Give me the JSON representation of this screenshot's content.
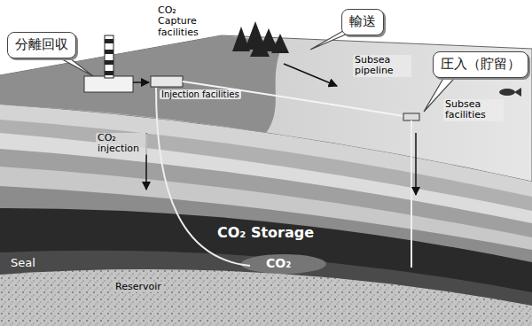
{
  "diagram": {
    "nodes": [
      {
        "text": [
          "分離回収"
        ]
      },
      {
        "text": [
          "輸送"
        ]
      },
      {
        "text": [
          "圧入（貯留）"
        ]
      }
    ],
    "labels": [
      "CO₂ Capture facilities",
      "Injection facilities",
      "Subsea pipeline",
      "Subsea facilities",
      "CO₂ injection",
      "CO₂ Storage",
      "Seal",
      "Reservoir",
      "CO₂"
    ]
  }
}
